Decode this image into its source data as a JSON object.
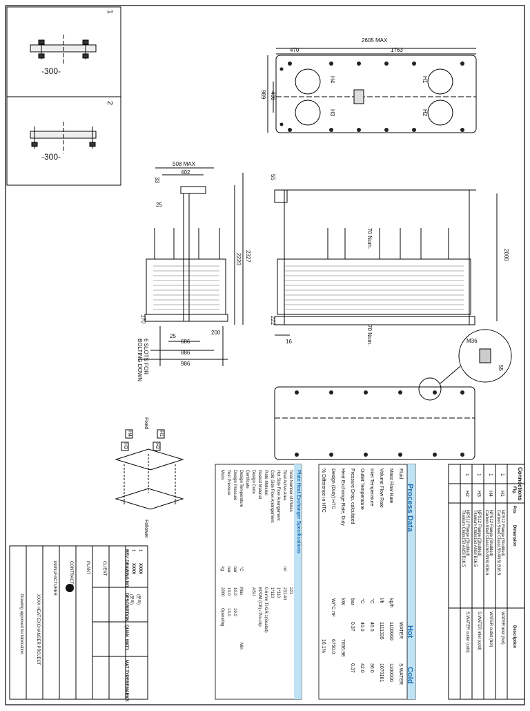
{
  "inset": {
    "panels": [
      {
        "index": "1",
        "dimension": "-300-"
      },
      {
        "index": "2",
        "dimension": "-300-"
      }
    ]
  },
  "top_view": {
    "dims": {
      "overall": "2605 MAX",
      "left": "470",
      "span": "1763",
      "height": "989",
      "inner": "486"
    },
    "ports": [
      "H1",
      "H2",
      "H3",
      "H4"
    ]
  },
  "side_view": {
    "dims": {
      "top": "508 MAX",
      "w402": "402",
      "d33": "33",
      "d25": "25",
      "h2327": "2327",
      "h2220": "2220",
      "h170": "170",
      "d25b": "25",
      "w686": "686",
      "w200": "200",
      "w886": "886",
      "w986": "986"
    },
    "note": "6 SLOTS FOR BOLTING DOWN"
  },
  "front_view": {
    "dims": {
      "d55": "55",
      "nom_top": "70 Nom.",
      "nom_bottom": "70 Nom.",
      "h2000": "2000",
      "h222": "222",
      "d16": "16"
    }
  },
  "detail": {
    "bolt": "M36",
    "d55": "55"
  },
  "iso": {
    "fixed_label": "Fixed",
    "follower_label": "Follower",
    "ports": [
      "H4",
      "H1",
      "H3",
      "H2"
    ]
  },
  "connections": {
    "title": "Connections",
    "headers": [
      "Fig.",
      "Pos",
      "Dimension",
      "Description"
    ],
    "rows": [
      {
        "fig": "1",
        "pos": "H1",
        "dimension": "NPS12 Flange (Studded)\nCarbon Steel Class150 ANSI B16.5",
        "description": "WATER inlet (hot)"
      },
      {
        "fig": "1",
        "pos": "H4",
        "dimension": "NPS12 Flange (Studded)\nCarbon Steel Class150 ANSI B16.5",
        "description": "WATER outlet (hot)"
      },
      {
        "fig": "1",
        "pos": "H3",
        "dimension": "NPS12 Flange (Studded)\nTitanium Class150 ANSI B16.5",
        "description": "S.WATER inlet (cold)"
      },
      {
        "fig": "1",
        "pos": "H2",
        "dimension": "NPS12 Flange (Studded)\nTitanium Class150 ANSI B16.5",
        "description": "S.WATER outlet (cold)"
      }
    ]
  },
  "process_data": {
    "title": "Process Data",
    "col_hot": "Hot",
    "col_cold": "Cold",
    "rows": [
      {
        "label": "Fluid",
        "unit": "",
        "hot": "WATER",
        "cold": "S.WATER"
      },
      {
        "label": "Mass Flow Rate",
        "unit": "kg/h",
        "hot": "1100000",
        "cold": "1100000"
      },
      {
        "label": "Volume Flow Rate",
        "unit": "l/h",
        "hot": "1111335",
        "cold": "1070181"
      },
      {
        "label": "Inlet Temperature",
        "unit": "°C",
        "hot": "46.0",
        "cold": "36.0"
      },
      {
        "label": "Outlet Temperature",
        "unit": "°C",
        "hot": "40.0",
        "cold": "42.0"
      },
      {
        "label": "Pressure Drop, calculated",
        "unit": "bar",
        "hot": "0.37",
        "cold": "0.37"
      },
      {
        "label": "Heat Exchange Rate, Duty",
        "unit": "kW",
        "hot": "7656.98",
        "cold": ""
      },
      {
        "label": "Design (Duty) HTC",
        "unit": "W/°C m²",
        "hot": "6750.0",
        "cold": ""
      },
      {
        "label": "% Difference in HTC",
        "unit": "",
        "hot": "16.1%",
        "cold": ""
      }
    ]
  },
  "phe_specs": {
    "title": "Plate Heat Exchanger Specifications",
    "rows": [
      {
        "label": "Total Number of Plates",
        "unit": "",
        "value": "221",
        "extra": ""
      },
      {
        "label": "Total Active Area",
        "unit": "m²",
        "value": "231.40",
        "extra": ""
      },
      {
        "label": "Hot Side Flow Arrangement",
        "unit": "",
        "value": "1*110",
        "extra": ""
      },
      {
        "label": "Cold Side Flow Arrangement",
        "unit": "",
        "value": "1*110",
        "extra": ""
      },
      {
        "label": "Plate Material",
        "unit": "",
        "value": "0.6 mm TI-GR.1(Sealed)",
        "extra": ""
      },
      {
        "label": "Gasket Material",
        "unit": "",
        "value": "EPDM (CB) / Pro-clip",
        "extra": ""
      },
      {
        "label": "Design Code",
        "unit": "",
        "value": "ASU",
        "extra": ""
      },
      {
        "label": "Certificate",
        "unit": "",
        "value": "",
        "extra": ""
      },
      {
        "label": "Design Temperature",
        "unit": "°C",
        "value": "Max",
        "extra": "Min"
      },
      {
        "label": "Design Pressure",
        "unit": "bar",
        "value": "10.0",
        "extra": "10.0"
      },
      {
        "label": "Test Pressure",
        "unit": "bar",
        "value": "13.0",
        "extra": "13.0"
      },
      {
        "label": "Mass",
        "unit": "kg",
        "value": "2000",
        "extra": "Operating"
      }
    ]
  },
  "title_block": {
    "rev_rows": [
      {
        "col1": "1",
        "col2": "XXXX",
        "col3": "(문의)"
      },
      {
        "col1": "1",
        "col2": "XXXX",
        "col3": "(문의)"
      }
    ],
    "header_labels": [
      "REV",
      "DRAWING NO",
      "DESCRIPTION",
      "QUAN",
      "MAT'L",
      "MAT TYPE",
      "REMARKS"
    ],
    "project": "XXXX HEAT EXCHANGER PROJECT",
    "client": "CLIENT",
    "plant": "PLANT",
    "contractor": "CONTRACTOR",
    "manufacturer": "MANUFACTURER",
    "footer": "Drawing approved for fabrication"
  }
}
